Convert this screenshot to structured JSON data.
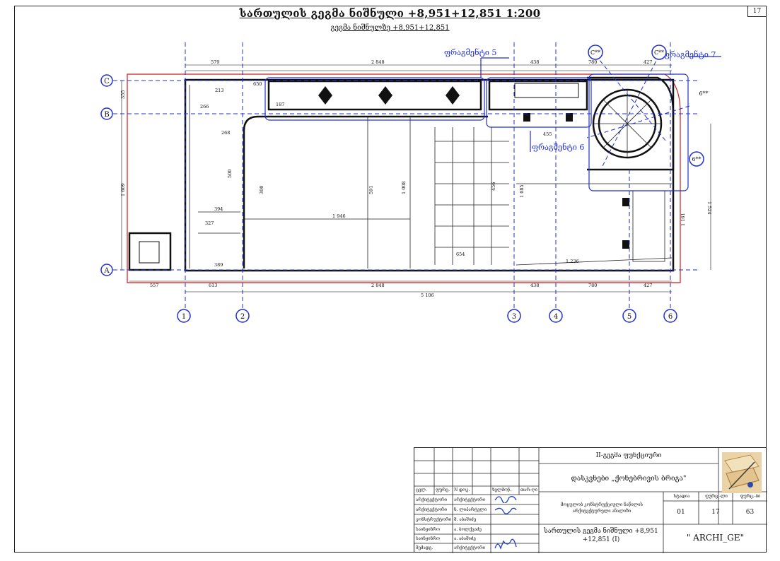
{
  "sheet": {
    "number": "17"
  },
  "title": {
    "main": "სართულის გეგმა ნიშნული +8,951+12,851     1:200",
    "sub": "გეგმა ნიშნულზე +8,951+12,851"
  },
  "fragments": [
    "ფრაგმენტი  5",
    "ფრაგმენტი  7",
    "ფრაგმენტი  6"
  ],
  "axes": {
    "letters": [
      "C",
      "B",
      "A"
    ],
    "numbers": [
      "1",
      "2",
      "3",
      "4",
      "5",
      "6"
    ],
    "special": [
      "C**",
      "C**",
      "6**",
      "6**"
    ]
  },
  "dimensions": {
    "top": [
      "579",
      "2 848",
      "438",
      "780",
      "427"
    ],
    "bottom": [
      "557",
      "613",
      "2 848",
      "438",
      "780",
      "427"
    ],
    "total": "5 106",
    "left": [
      "355",
      "1 609"
    ],
    "right": [
      "1 524"
    ],
    "inner": [
      "1 946",
      "591",
      "1 008",
      "1 236",
      "394",
      "389",
      "266",
      "300",
      "500",
      "455",
      "1 085",
      "1 161",
      "327",
      "213",
      "187",
      "650",
      "268",
      "654",
      "456"
    ]
  },
  "title_block": {
    "left_rows": [
      [
        "ცვლ.",
        "ფურც.",
        "N დოკ.",
        "ხელმოწ.",
        "თარ-ღი"
      ],
      [
        "არქიტექტორი",
        "არქიტექტორი"
      ],
      [
        "არქიტექტორი",
        "ნ. ლიპარტელი"
      ],
      [
        "კონსტრუქტორი",
        "მ. აბაშიძე"
      ],
      [
        "საინჟინრო",
        "ა. ბოლქვაძე"
      ],
      [
        "საინჟინრო",
        "ა. აბაშიძე"
      ],
      [
        "შემადგ.",
        "არქიტექტორი"
      ]
    ],
    "org": "II-გეგმა ფუნქციური",
    "project": "დასკვნები  „ქონებრივის ბრიგა\"",
    "stage_text": "მოცულობ კონსტრუქციული ნაწილის არქიტექტურული ანალიზი",
    "drawing_name": "სართულის გეგმა ნიშნული +8,951 +12,851  (I)",
    "headers": [
      "სტადია",
      "ფურც.-ლი",
      "ფურც.-ბი"
    ],
    "values": [
      "01",
      "17",
      "63"
    ],
    "company": "\" ARCHI_GE\""
  },
  "colors": {
    "axis": "#1f2fd0",
    "outline": "#d21a1a",
    "wall": "#111111"
  }
}
